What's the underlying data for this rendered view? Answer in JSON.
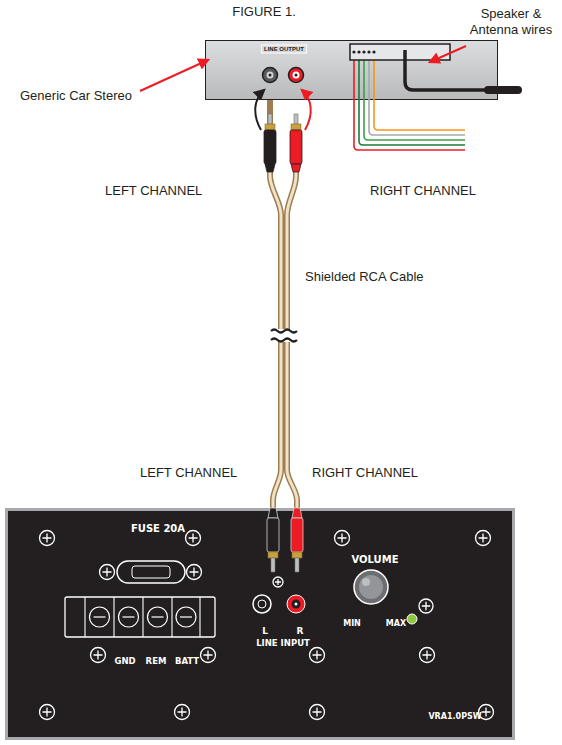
{
  "diagram": {
    "title": "FIGURE 1.",
    "nodes": [
      {
        "text": [
          "LINE OUTPUT"
        ]
      },
      {
        "text": [
          "FUSE 20A",
          "GND",
          "REM",
          "BATT",
          "L",
          "R",
          "LINE INPUT",
          "VOLUME",
          "MIN",
          "MAX",
          "VRA1.0PSW"
        ]
      }
    ],
    "edges": [
      {
        "from": 0,
        "to": 1,
        "label": "Shielded RCA Cable",
        "arrow": "none"
      }
    ],
    "labels": [
      "Speaker & Antenna wires",
      "Generic Car Stereo",
      "LEFT CHANNEL",
      "RIGHT CHANNEL",
      "LEFT CHANNEL",
      "RIGHT CHANNEL"
    ]
  }
}
